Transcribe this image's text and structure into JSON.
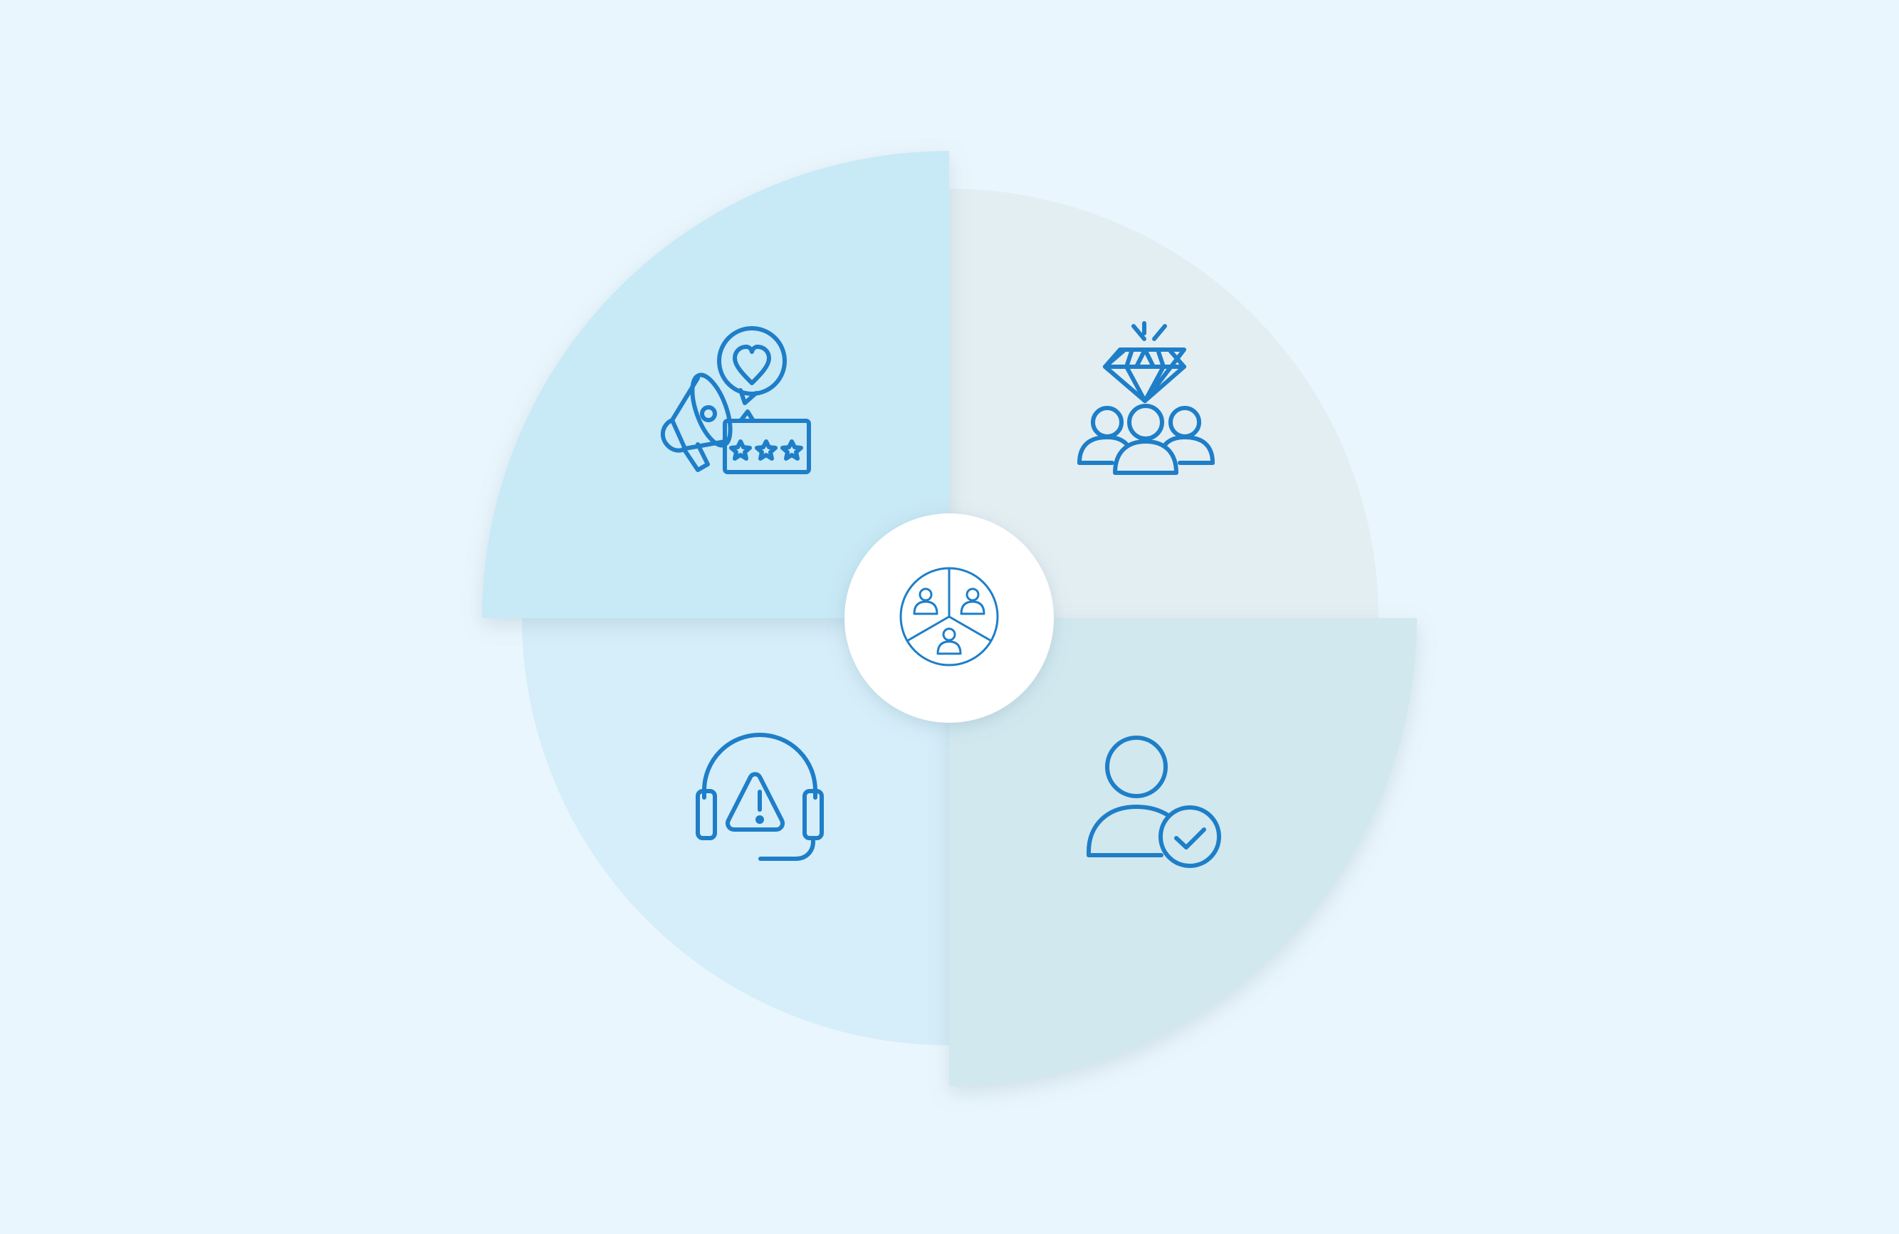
{
  "canvas": {
    "background": "#eaf6fd"
  },
  "top_strip": {
    "color": "#e8edf8"
  },
  "colors": {
    "icon_stroke": "#1e7ec8",
    "hub_fill": "#ffffff"
  },
  "segments": [
    {
      "id": "top-left",
      "icon": "megaphone-heart-rating-icon",
      "fill": "#c8e9f6"
    },
    {
      "id": "top-right",
      "icon": "diamond-customers-icon",
      "fill": "#e3eef2"
    },
    {
      "id": "bottom-left",
      "icon": "headset-alert-icon",
      "fill": "#d5eef9"
    },
    {
      "id": "bottom-right",
      "icon": "user-check-icon",
      "fill": "#d1e8ef"
    }
  ],
  "center": {
    "icon": "customer-segments-icon"
  }
}
